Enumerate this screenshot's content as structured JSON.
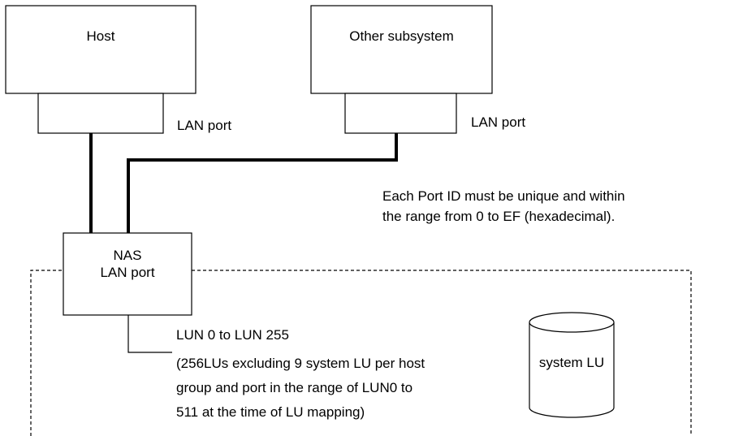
{
  "diagram": {
    "host": {
      "label": "Host"
    },
    "other_subsystem": {
      "label": "Other subsystem"
    },
    "host_lan_port": {
      "label": "LAN port"
    },
    "other_lan_port": {
      "label": "LAN port"
    },
    "port_id_note": {
      "line1": "Each Port ID must be unique and within",
      "line2": "the range from 0 to EF (hexadecimal)."
    },
    "nas_lan_port": {
      "line1": "NAS",
      "line2": "LAN port"
    },
    "lun_range": {
      "label": "LUN 0 to LUN 255"
    },
    "lun_note": {
      "line1": "(256LUs excluding 9 system LU per host",
      "line2": "group and port in the range of LUN0 to",
      "line3": "511 at the time of LU mapping)"
    },
    "system_lu": {
      "label": "system LU"
    }
  }
}
